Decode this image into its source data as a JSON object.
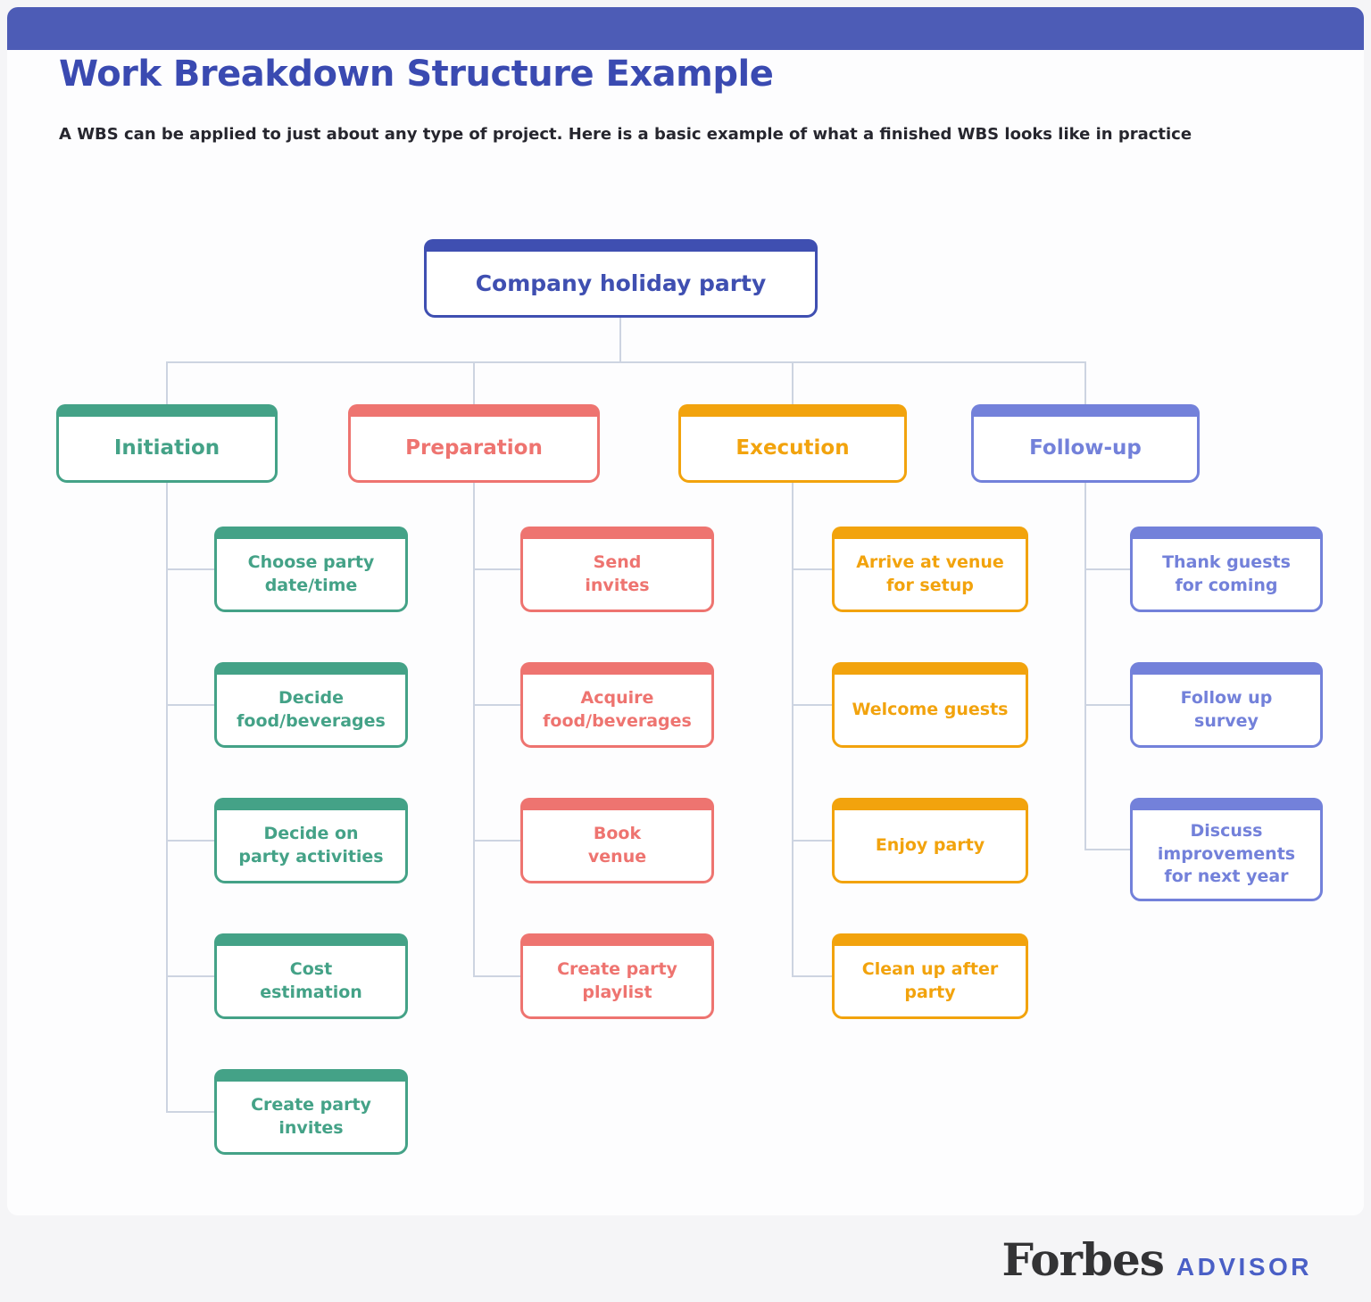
{
  "theme": {
    "page_bg": "#f5f5f7",
    "card_bg": "#fdfdfe",
    "header_bar": "#4d5cb6",
    "title_color": "#3a4ab1",
    "subtitle_color": "#26262e",
    "connector": "#cdd4e1",
    "node_bg": "#ffffff"
  },
  "header": {
    "title": "Work Breakdown Structure Example",
    "subtitle": "A WBS can be applied to just about any type of project. Here is a basic example of what a finished WBS looks like in practice"
  },
  "diagram": {
    "root": {
      "label": "Company holiday party",
      "color": "#3f4fb1"
    },
    "branches": [
      {
        "label": "Initiation",
        "color": "#44a287",
        "children": [
          {
            "label": "Choose party\ndate/time"
          },
          {
            "label": "Decide\nfood/beverages"
          },
          {
            "label": "Decide on\nparty activities"
          },
          {
            "label": "Cost\nestimation"
          },
          {
            "label": "Create party\ninvites"
          }
        ]
      },
      {
        "label": "Preparation",
        "color": "#ee7470",
        "children": [
          {
            "label": "Send\ninvites"
          },
          {
            "label": "Acquire\nfood/beverages"
          },
          {
            "label": "Book\nvenue"
          },
          {
            "label": "Create party\nplaylist"
          }
        ]
      },
      {
        "label": "Execution",
        "color": "#f2a30d",
        "children": [
          {
            "label": "Arrive at venue\nfor setup"
          },
          {
            "label": "Welcome guests"
          },
          {
            "label": "Enjoy party"
          },
          {
            "label": "Clean up after\nparty"
          }
        ]
      },
      {
        "label": "Follow-up",
        "color": "#7381da",
        "children": [
          {
            "label": "Thank guests\nfor coming"
          },
          {
            "label": "Follow up\nsurvey"
          },
          {
            "label": "Discuss\nimprovements\nfor next year"
          }
        ]
      }
    ]
  },
  "footer": {
    "brand": "Forbes",
    "suffix": "ADVISOR",
    "brand_color": "#333335",
    "suffix_color": "#4a5fc6"
  }
}
